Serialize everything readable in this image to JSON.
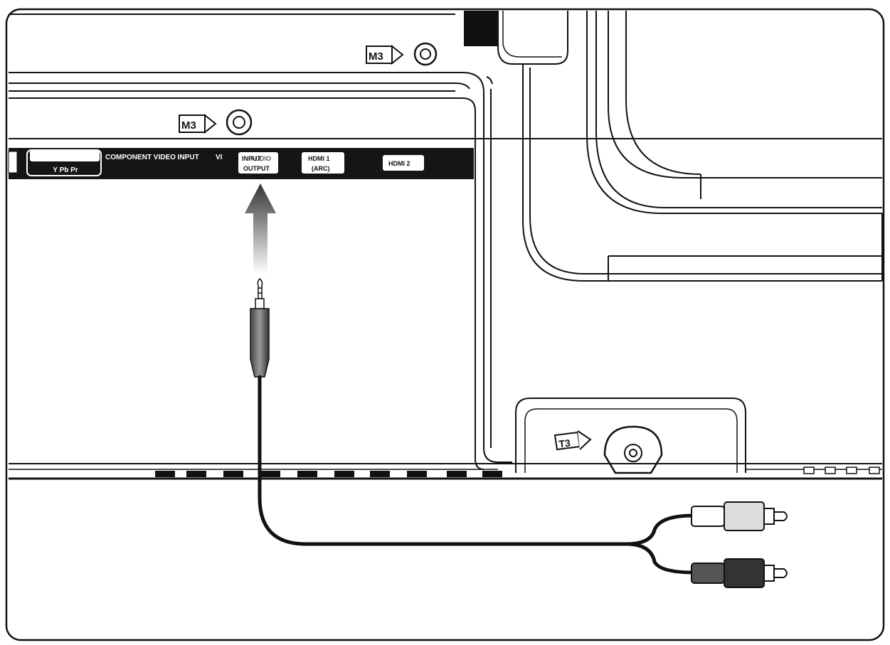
{
  "labels": {
    "component_video_input": "COMPONENT VIDEO INPUT",
    "video_partial": "VI",
    "y_pb_pr": "Y Pb Pr",
    "audio_output_line1": "INPUT",
    "audio_output_overlap": "AUDIO",
    "audio_output_line2": "OUTPUT",
    "hdmi1_line1": "HDMI 1",
    "hdmi1_line2": "(ARC)",
    "hdmi2": "HDMI 2"
  },
  "screw_markers": {
    "top": "M3",
    "panel": "M3",
    "bottom": "T3"
  },
  "icons": {
    "direction_arrow": "arrow-up-icon",
    "audio_plug": "3.5mm-jack-plug-icon",
    "rca_white": "rca-plug-white-icon",
    "rca_red": "rca-plug-red-icon",
    "screw_hole": "screw-hole-icon"
  },
  "colors": {
    "line": "#111111",
    "panel_fill": "#ffffff",
    "port_bar": "#151515",
    "label_box": "#ffffff"
  }
}
